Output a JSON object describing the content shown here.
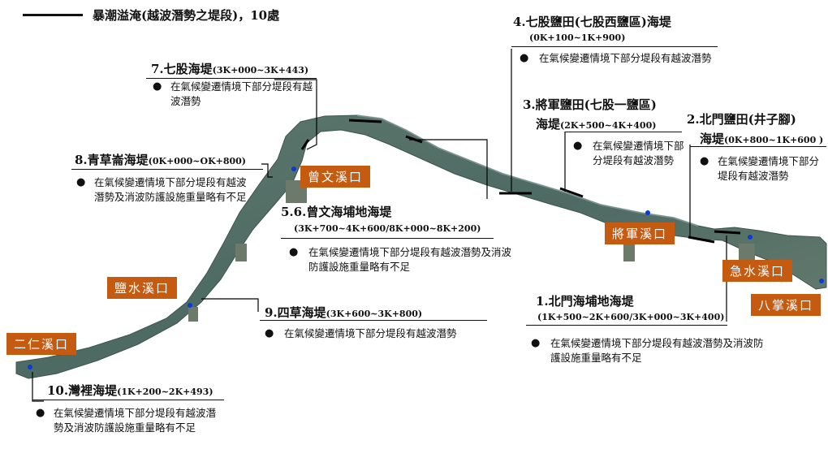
{
  "legend": {
    "label": "暴潮溢淹(越波潛勢之堤段)，10處"
  },
  "ports": {
    "erren": "二仁溪口",
    "yanshui": "鹽水溪口",
    "zengwen": "曾文溪口",
    "jiangjun": "將軍溪口",
    "jishui": "急水溪口",
    "bazhang": "八掌溪口"
  },
  "bullet_symbol": "●",
  "seawalls": {
    "s7": {
      "title": "7.七股海堤",
      "range": "(3K+000~3K+443)",
      "desc": "在氣候變遷情境下部分堤段有越波潛勢"
    },
    "s8": {
      "title": "8.青草崙海堤",
      "range": "(0K+000~OK+800)",
      "desc": "在氣候變遷情境下部分堤段有越波潛勢及消波防護設施重量略有不足"
    },
    "s56": {
      "title": "5.6.曾文海埔地海堤",
      "range": "(3K+700~4K+600/8K+000~8K+200)",
      "desc": "在氣候變遷情境下部分堤段有越波潛勢及消波防護設施重量略有不足"
    },
    "s9": {
      "title": "9.四草海堤",
      "range": "(3K+600~3K+800)",
      "desc": "在氣候變遷情境下部分堤段有越波潛勢"
    },
    "s10": {
      "title": "10.灣裡海堤",
      "range": "(1K+200~2K+493)",
      "desc": "在氣候變遷情境下部分堤段有越波潛勢及消波防護設施重量略有不足"
    },
    "s4": {
      "title": "4.七股鹽田(七股西鹽區)海堤",
      "range": "(0K+100~1K+900)",
      "desc": "在氣候變遷情境下部分堤段有越波潛勢"
    },
    "s3": {
      "title_line1": "3.將軍鹽田(七股一鹽區)",
      "title_line2": "海堤",
      "range": "(2K+500~4K+400)",
      "desc": "在氣候變遷情境下部分堤段有越波潛勢"
    },
    "s2": {
      "title_line1": "2.北門鹽田(井子腳)",
      "title_line2": "海堤",
      "range": "(0K+800~1K+600 )",
      "desc": "在氣候變遷情境下部分堤段有越波潛勢"
    },
    "s1": {
      "title": "1.北門海埔地海堤",
      "range": "(1K+500~2K+600/3K+000~3K+400)",
      "desc": "在氣候變遷情境下部分堤段有越波潛勢及消波防護設施重量略有不足"
    }
  }
}
